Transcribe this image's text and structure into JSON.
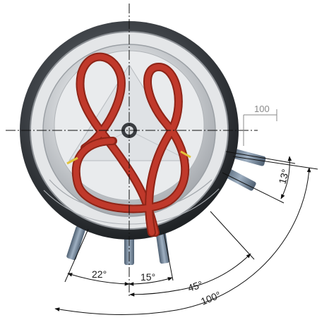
{
  "drawing": {
    "dimensions": {
      "d100_top": "100",
      "d13": "13°",
      "d22": "22°",
      "d15": "15°",
      "d45": "45°",
      "d100_arc": "100°"
    },
    "colors": {
      "hose": "#c0392b",
      "hose_dark": "#8e2417",
      "housing_outer": "#2f3236",
      "housing_inner": "#c9ccd0",
      "pipe": "#6b7d8f",
      "dimension_line": "#111111",
      "grey_dimension": "#8a8a8a"
    }
  }
}
